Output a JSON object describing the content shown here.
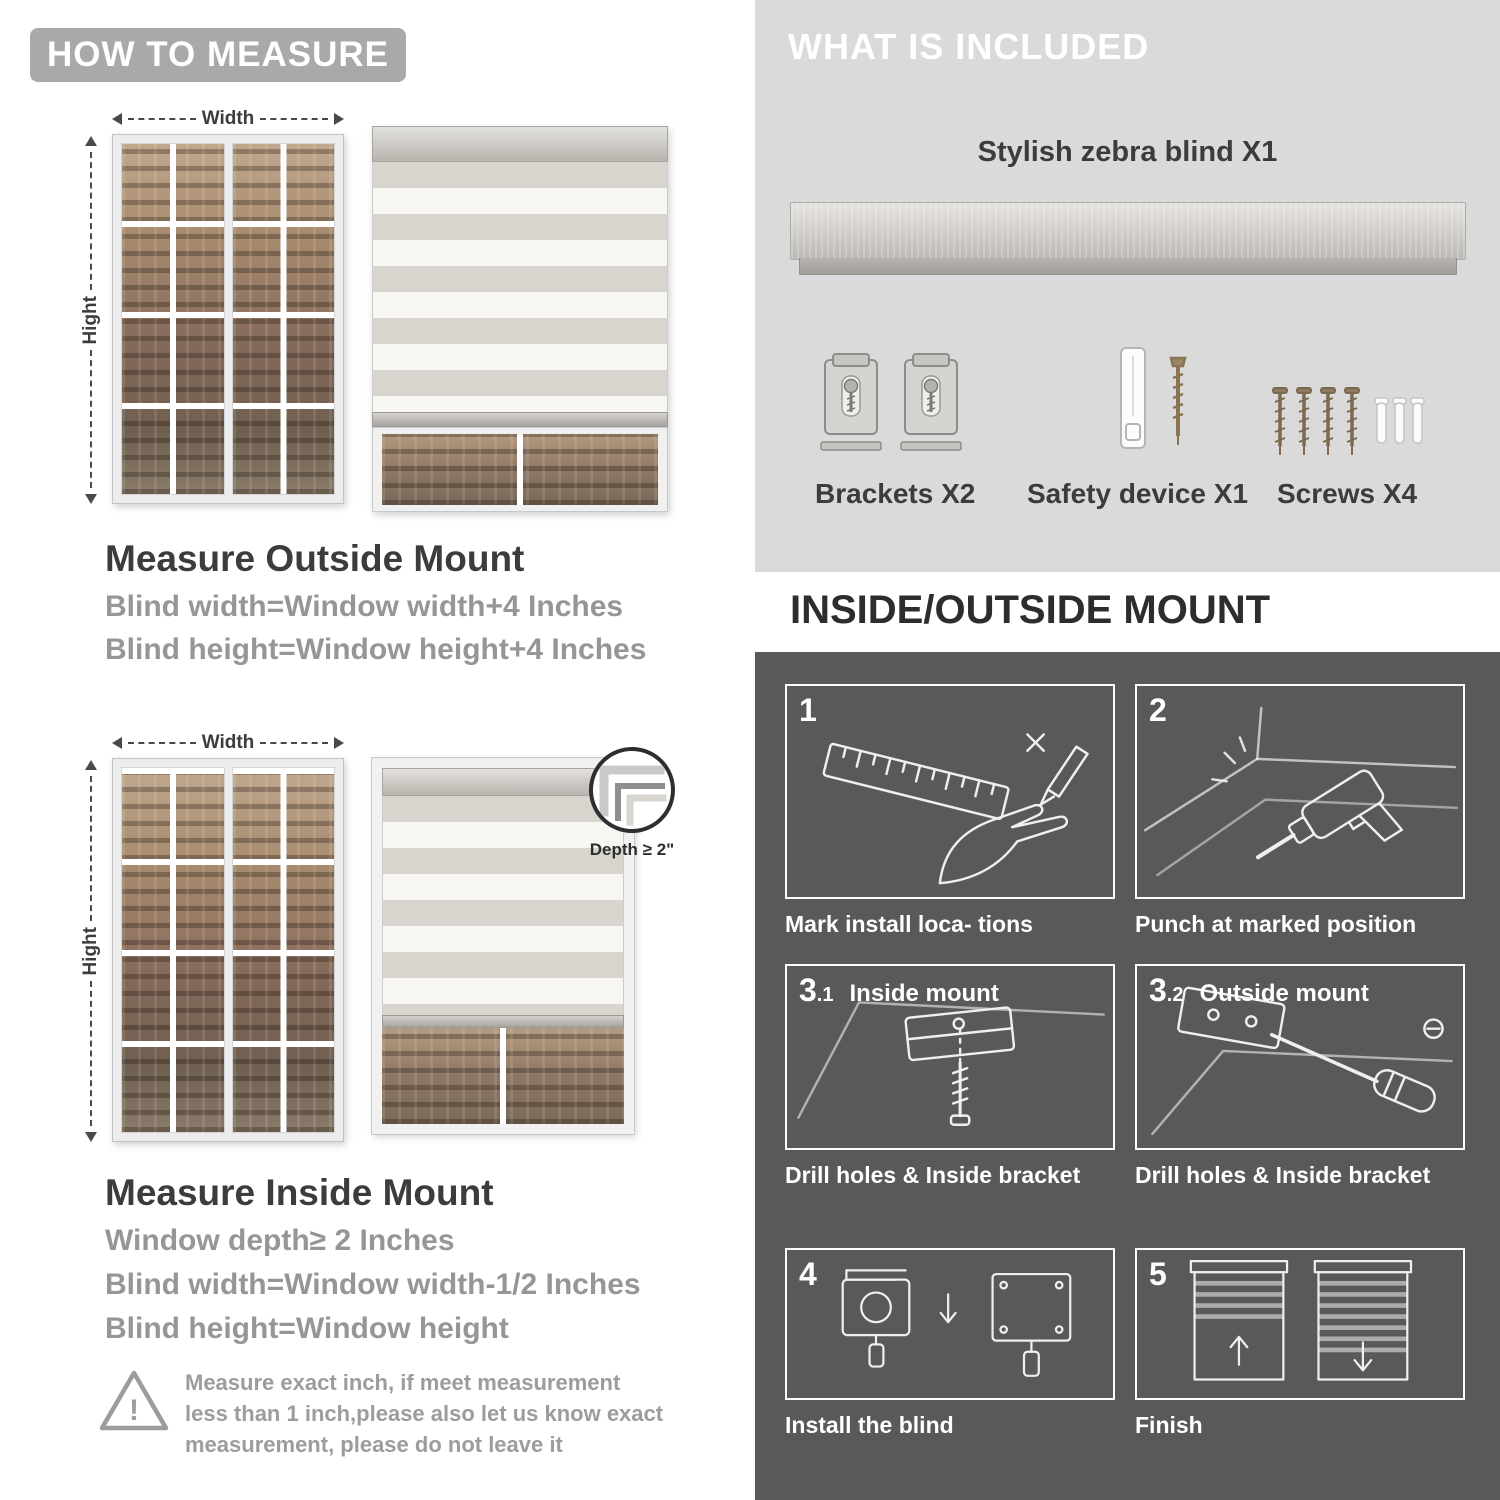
{
  "colors": {
    "banner_gray": "#a9a9a9",
    "included_panel_bg": "#dadada",
    "mount_panel_bg": "#59595b",
    "text_dark": "#3c3c3c",
    "text_gray": "#969696",
    "white": "#ffffff"
  },
  "measure": {
    "header": "HOW TO MEASURE",
    "width_label": "Width",
    "height_label": "Hight",
    "outside": {
      "title": "Measure Outside Mount",
      "lines": [
        "Blind width=Window width+4 Inches",
        "Blind height=Window height+4 Inches"
      ]
    },
    "inside": {
      "depth_callout": "Depth ≥ 2\"",
      "title": "Measure Inside Mount",
      "lines": [
        "Window depth≥ 2 Inches",
        "Blind width=Window width-1/2 Inches",
        "Blind height=Window height"
      ]
    },
    "warning": {
      "mark": "!",
      "text": "Measure exact inch, if meet measurement less than 1 inch,please also let us know exact measurement, please do not leave it"
    }
  },
  "included": {
    "header": "WHAT IS INCLUDED",
    "blind_label": "Stylish zebra blind X1",
    "items": [
      "Brackets X2",
      "Safety device X1",
      "Screws X4"
    ]
  },
  "mount": {
    "header": "INSIDE/OUTSIDE MOUNT",
    "steps": [
      {
        "num": "1",
        "sub": "",
        "title": "",
        "caption": "Mark install loca- tions"
      },
      {
        "num": "2",
        "sub": "",
        "title": "",
        "caption": "Punch at  marked position"
      },
      {
        "num": "3",
        "sub": ".1",
        "title": "Inside mount",
        "caption": "Drill holes &  Inside bracket"
      },
      {
        "num": "3",
        "sub": ".2",
        "title": "Outside mount",
        "caption": "Drill holes &  Inside bracket"
      },
      {
        "num": "4",
        "sub": "",
        "title": "",
        "caption": "Install the blind"
      },
      {
        "num": "5",
        "sub": "",
        "title": "",
        "caption": "Finish"
      }
    ]
  }
}
